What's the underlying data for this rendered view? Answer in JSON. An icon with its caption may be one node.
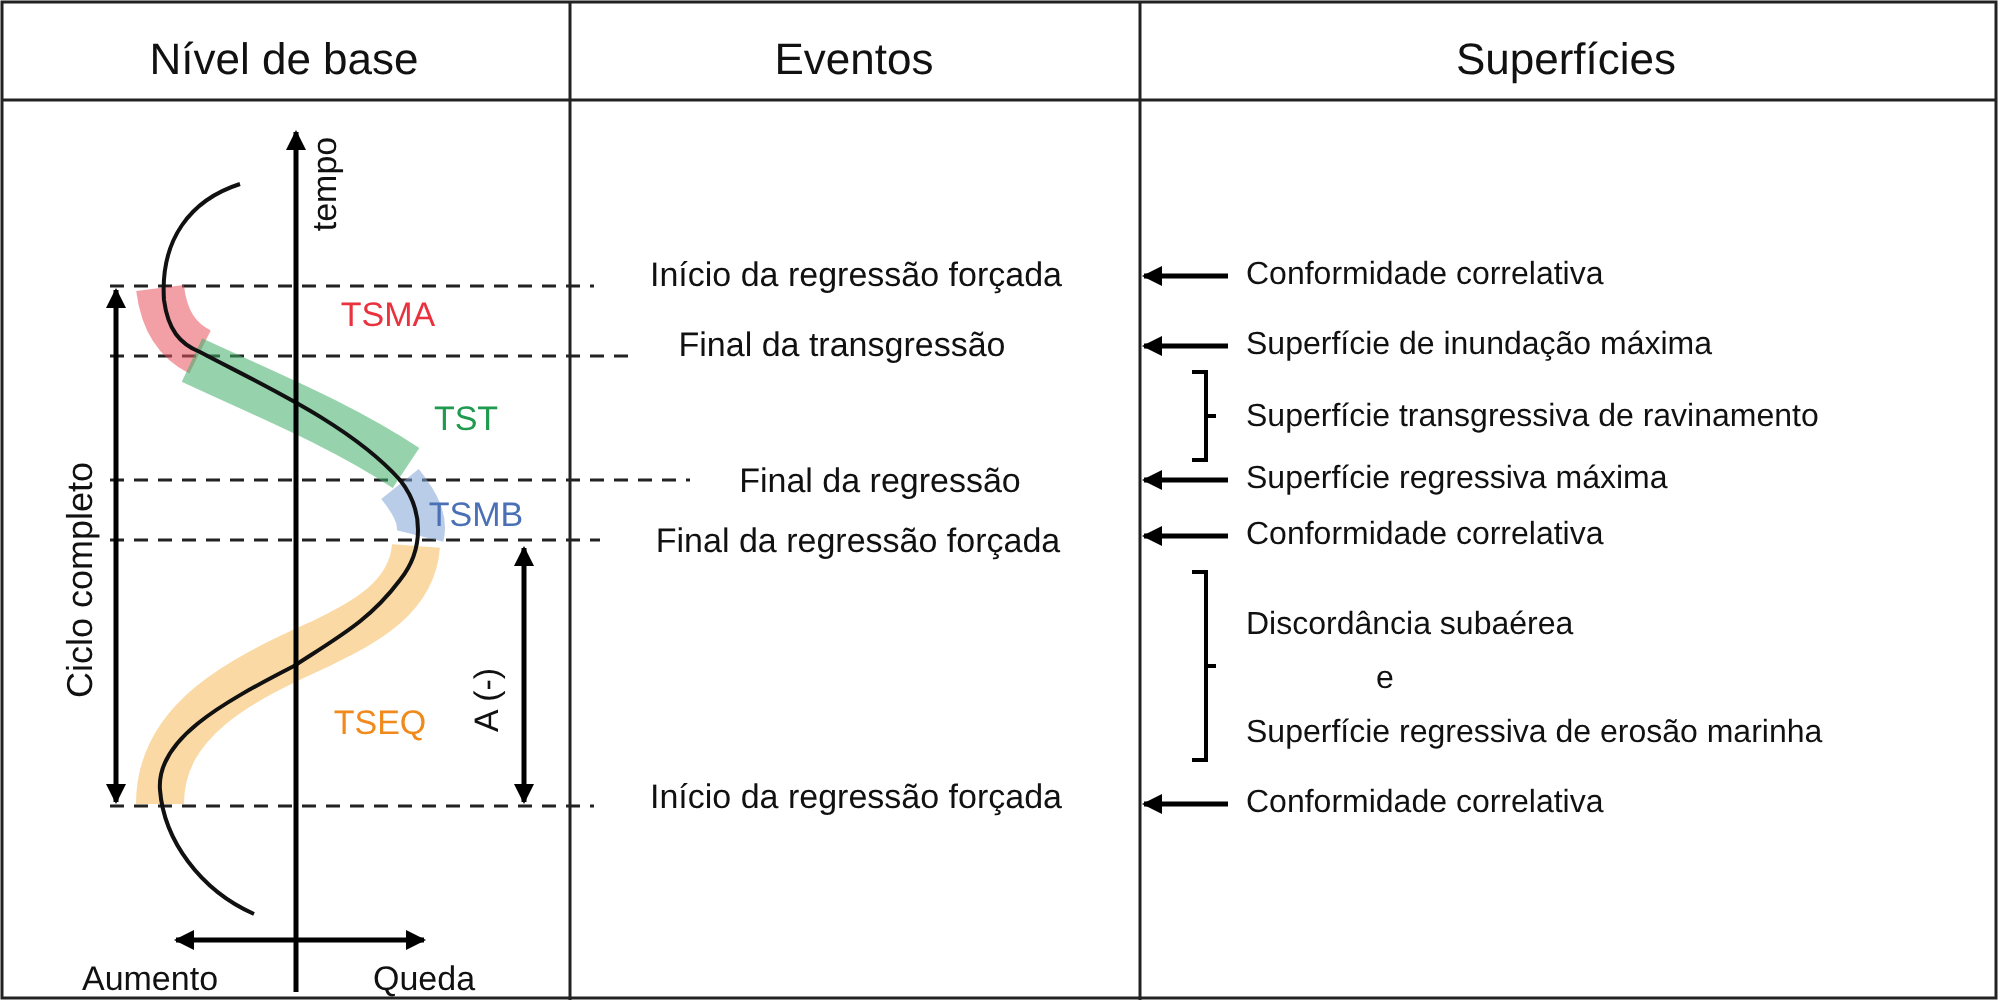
{
  "diagram": {
    "nodes": [
      {
        "text": [
          "Conformidade correlativa"
        ]
      },
      {
        "text": [
          "Superfície de inundação máxima"
        ]
      },
      {
        "text": [
          "Superfície regressiva máxima"
        ]
      },
      {
        "text": [
          "Conformidade correlativa"
        ]
      },
      {
        "text": [
          "Conformidade correlativa"
        ]
      }
    ],
    "edges": [
      {
        "from": 0,
        "to": null,
        "arrow": "to"
      },
      {
        "from": 1,
        "to": null,
        "arrow": "to"
      },
      {
        "from": 2,
        "to": null,
        "arrow": "to"
      },
      {
        "from": 3,
        "to": null,
        "arrow": "to"
      },
      {
        "from": 4,
        "to": null,
        "arrow": "to"
      }
    ],
    "labels": [
      "Nível de base",
      "Eventos",
      "Superfícies",
      "tempo",
      "TSMA",
      "TST",
      "TSMB",
      "Ciclo completo",
      "A (-)",
      "TSEQ",
      "Aumento",
      "Queda",
      "Início da regressão forçada",
      "Final da transgressão",
      "Final da regressão",
      "Final da regressão forçada",
      "Início da regressão forçada",
      "Superfície transgressiva de ravinamento",
      "Discordância subaérea",
      "e",
      "Superfície regressiva de erosão marinha"
    ]
  }
}
